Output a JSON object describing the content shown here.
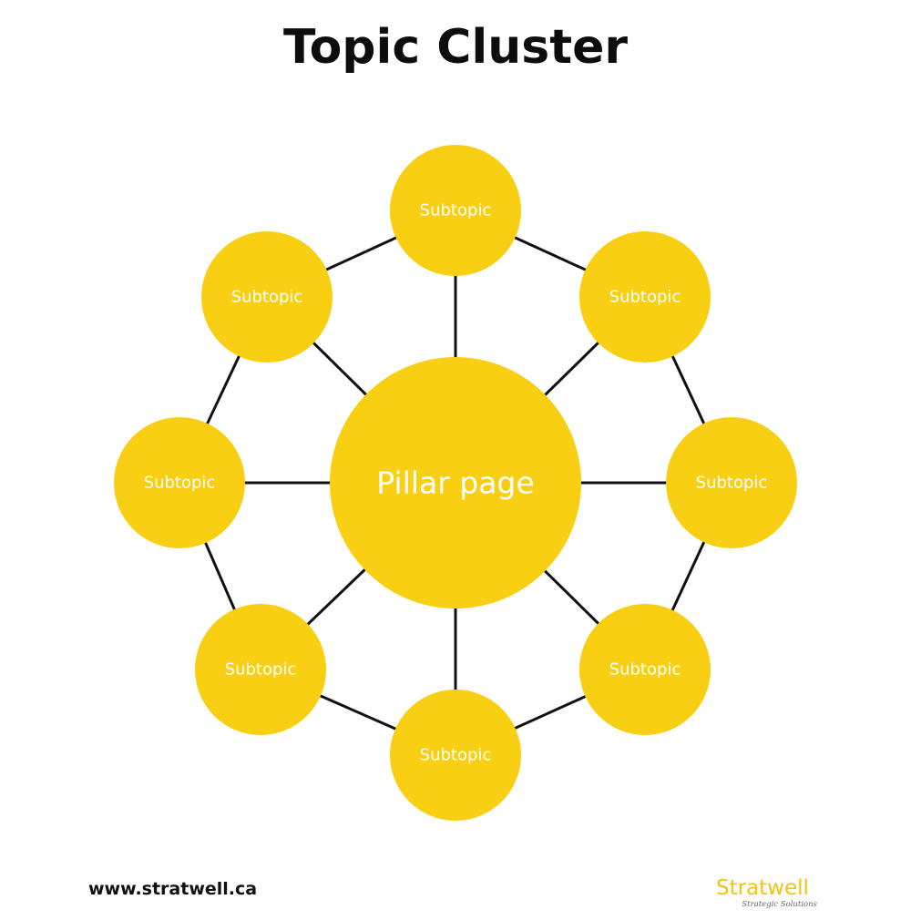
{
  "title": "Topic Cluster",
  "diagram": {
    "center": {
      "label": "Pillar page"
    },
    "nodes": [
      {
        "label": "Subtopic"
      },
      {
        "label": "Subtopic"
      },
      {
        "label": "Subtopic"
      },
      {
        "label": "Subtopic"
      },
      {
        "label": "Subtopic"
      },
      {
        "label": "Subtopic"
      },
      {
        "label": "Subtopic"
      },
      {
        "label": "Subtopic"
      }
    ],
    "colors": {
      "node_fill": "#f8cf13",
      "connector": "#111111"
    }
  },
  "footer": {
    "website": "www.stratwell.ca",
    "logo_name": "Stratwell",
    "logo_tagline": "Strategic Solutions"
  }
}
